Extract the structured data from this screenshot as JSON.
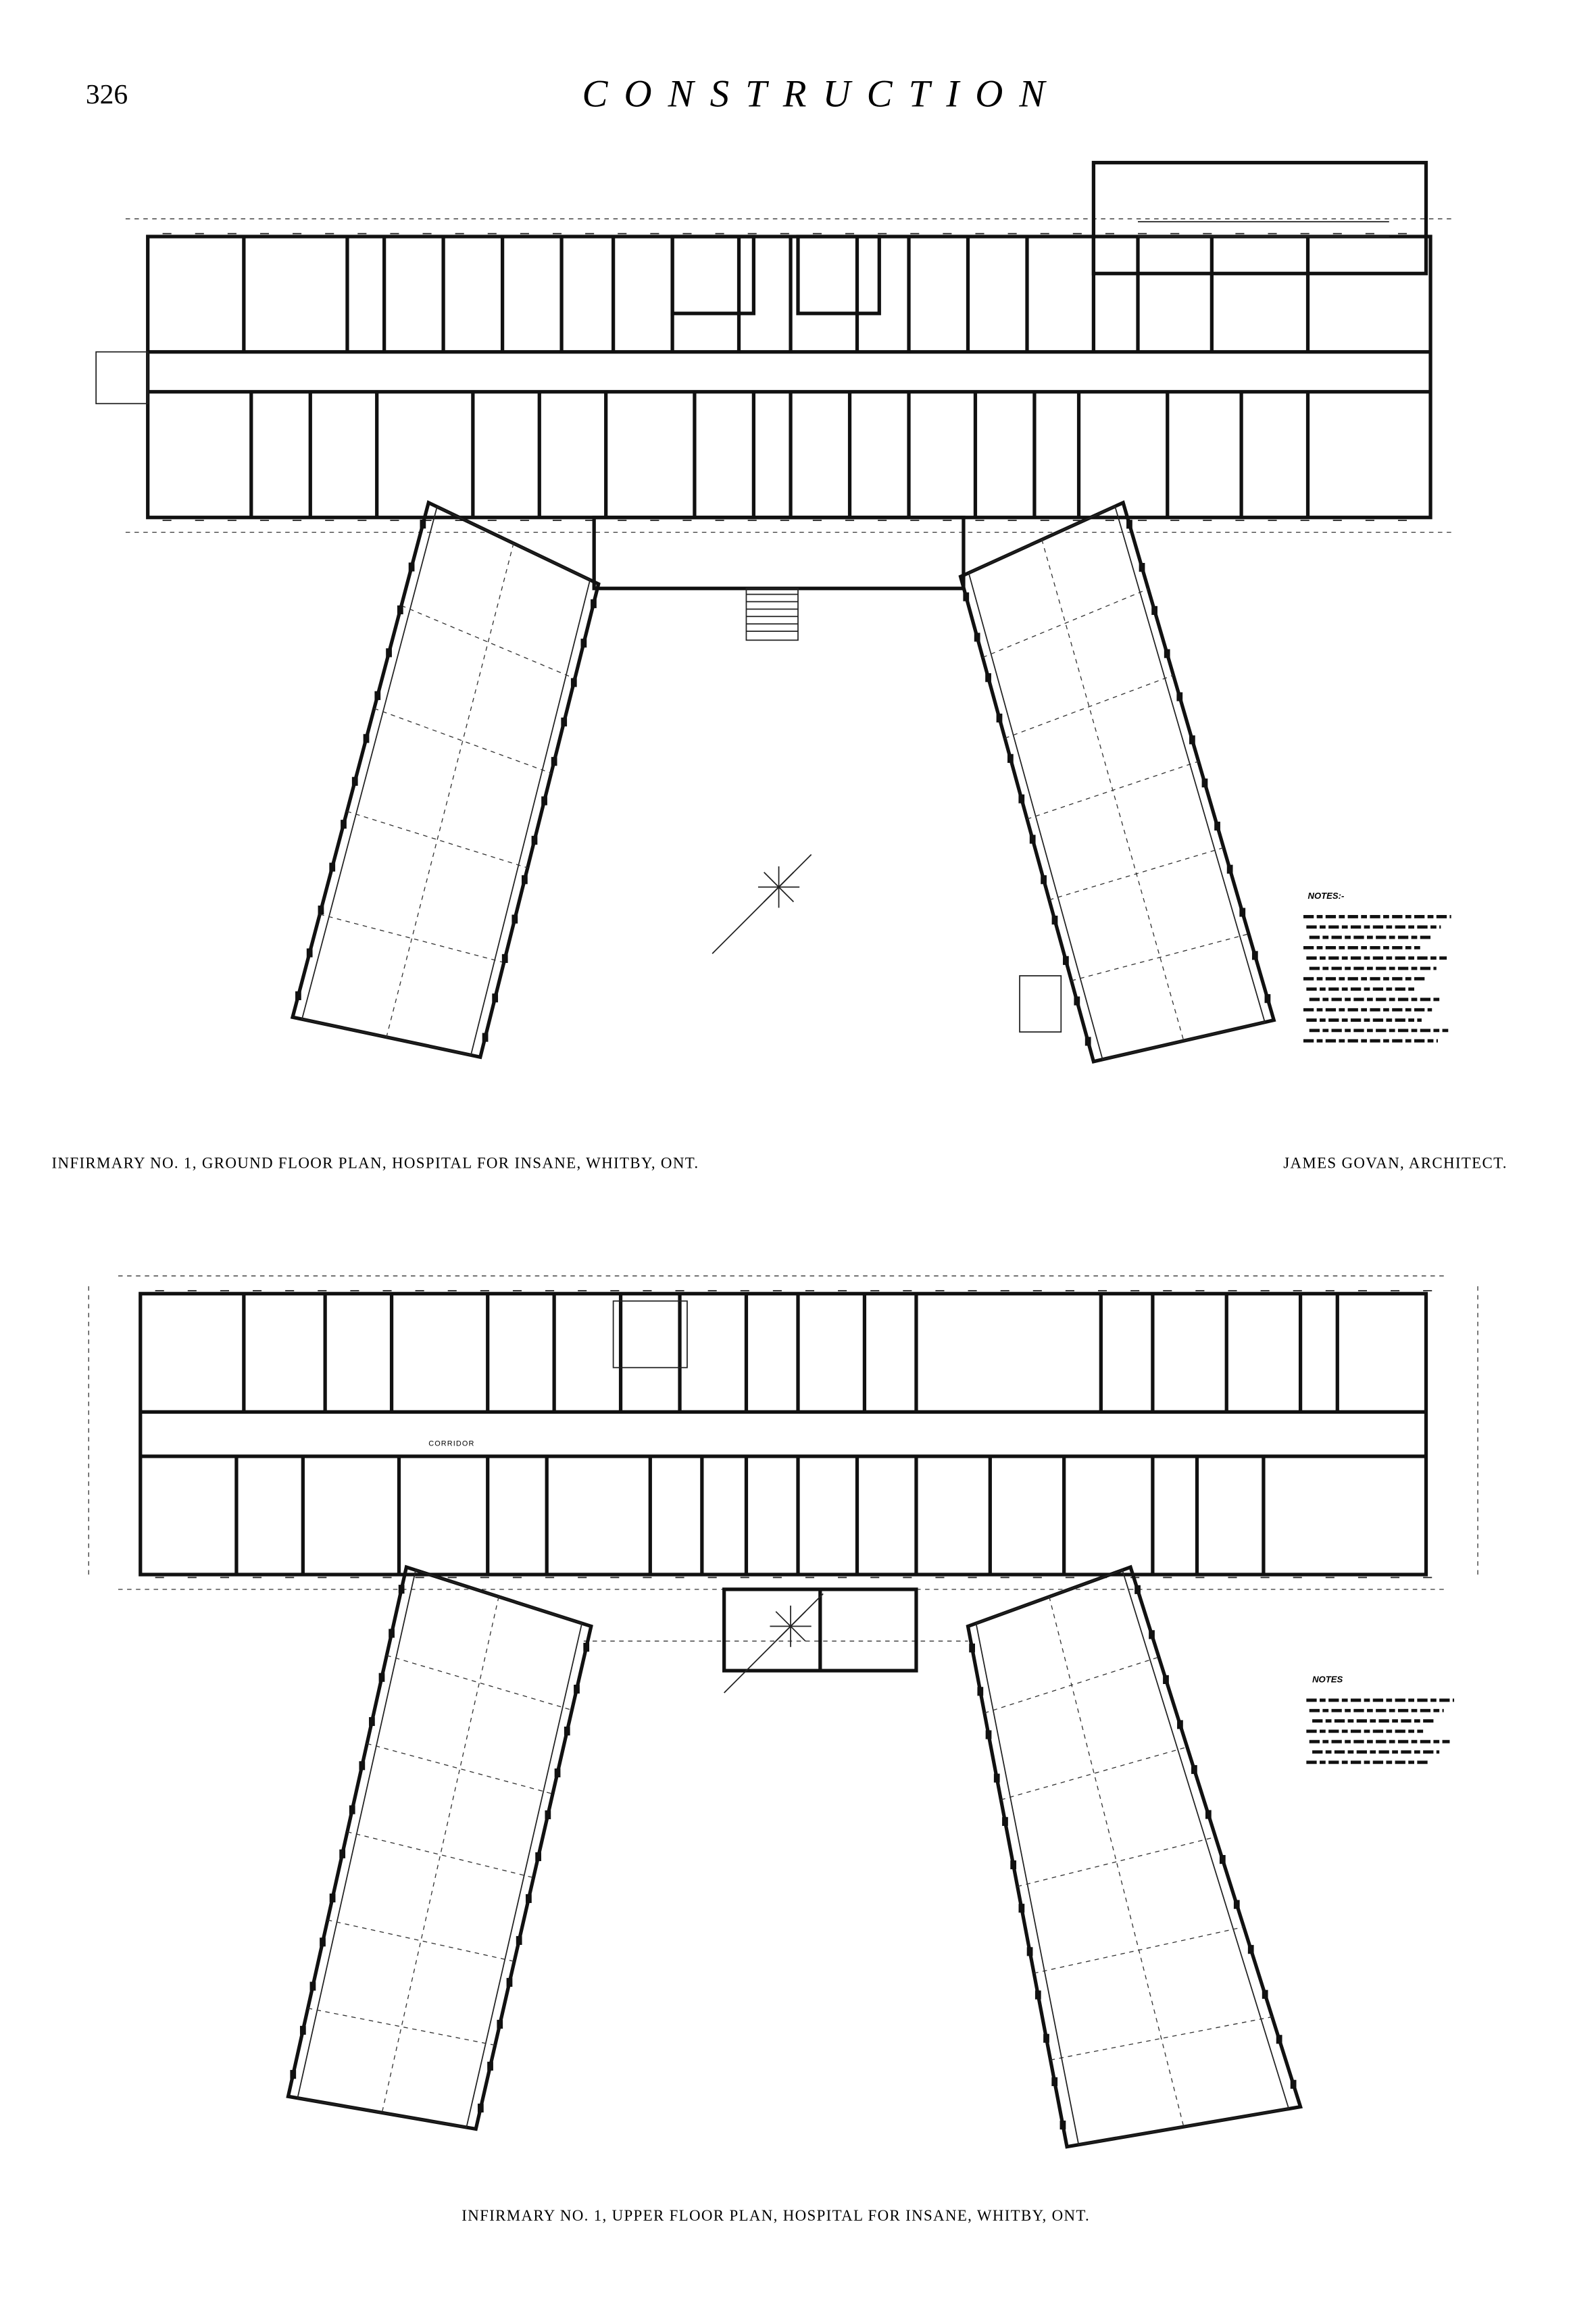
{
  "page": {
    "number": "326",
    "journal_title": "CONSTRUCTION"
  },
  "ground_plan": {
    "caption": "INFIRMARY NO. 1, GROUND FLOOR PLAN, HOSPITAL FOR INSANE, WHITBY, ONT.",
    "architect": "JAMES GOVAN, ARCHITECT.",
    "notes_heading": "NOTES:-"
  },
  "upper_plan": {
    "caption": "INFIRMARY NO. 1, UPPER FLOOR PLAN, HOSPITAL FOR INSANE, WHITBY, ONT.",
    "corridor_label": "CORRIDOR",
    "notes_heading": "NOTES"
  }
}
